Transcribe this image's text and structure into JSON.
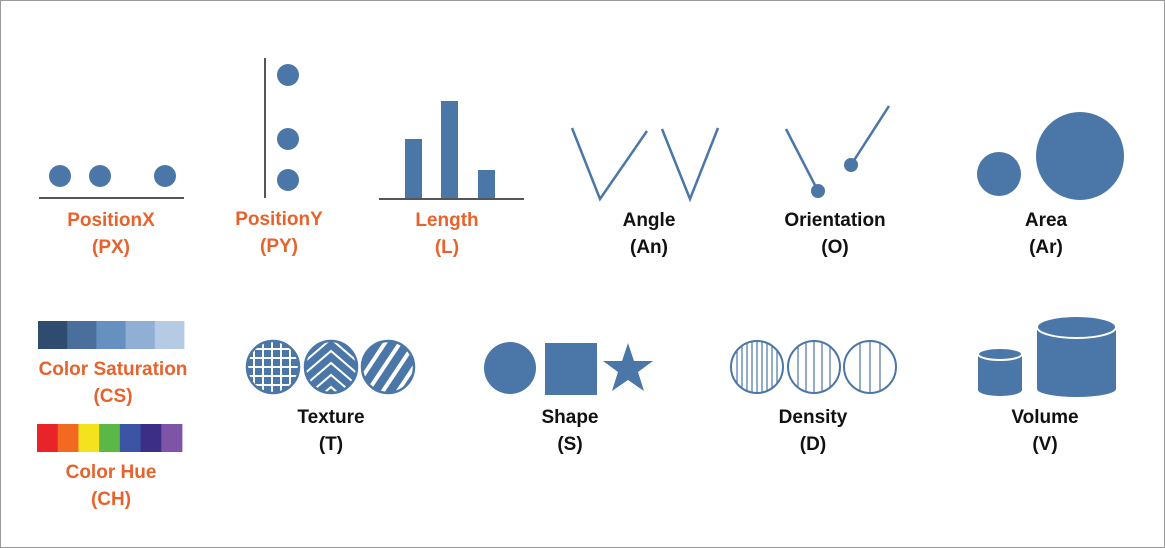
{
  "colors": {
    "mark": "#4b76a8",
    "axis": "#555555",
    "label_highlight": "#e8622c",
    "label_default": "#111111"
  },
  "saturation_swatches": [
    "#2f4b6e",
    "#4a6f9c",
    "#6690c0",
    "#8fb0d4",
    "#b5cbe3"
  ],
  "hue_swatches": [
    "#e8232a",
    "#f26a22",
    "#f4e21e",
    "#5bb846",
    "#3b55a4",
    "#3c2d86",
    "#7e54a6"
  ],
  "channels": [
    {
      "id": "px",
      "name": "PositionX",
      "code": "(PX)"
    },
    {
      "id": "py",
      "name": "PositionY",
      "code": "(PY)"
    },
    {
      "id": "l",
      "name": "Length",
      "code": "(L)"
    },
    {
      "id": "an",
      "name": "Angle",
      "code": "(An)"
    },
    {
      "id": "o",
      "name": "Orientation",
      "code": "(O)"
    },
    {
      "id": "ar",
      "name": "Area",
      "code": "(Ar)"
    },
    {
      "id": "cs",
      "name": "Color Saturation",
      "code": "(CS)"
    },
    {
      "id": "ch",
      "name": "Color Hue",
      "code": "(CH)"
    },
    {
      "id": "t",
      "name": "Texture",
      "code": "(T)"
    },
    {
      "id": "s",
      "name": "Shape",
      "code": "(S)"
    },
    {
      "id": "d",
      "name": "Density",
      "code": "(D)"
    },
    {
      "id": "v",
      "name": "Volume",
      "code": "(V)"
    }
  ]
}
